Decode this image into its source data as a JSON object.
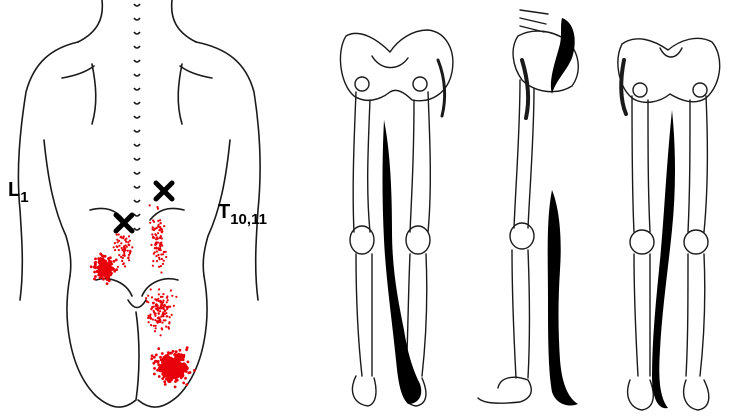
{
  "labels": {
    "left_segment": "L",
    "left_segment_sub": "1",
    "right_segment": "T",
    "right_segment_sub": "10,11"
  },
  "colors": {
    "referred_pain": "#e8000b",
    "trigger_point_mark": "#000000",
    "outline": "#1a1a1a",
    "nerve_band": "#000000"
  },
  "marks": {
    "trigger_point_count": 2,
    "views": [
      "back-torso",
      "legs-front",
      "legs-side",
      "legs-back"
    ]
  }
}
